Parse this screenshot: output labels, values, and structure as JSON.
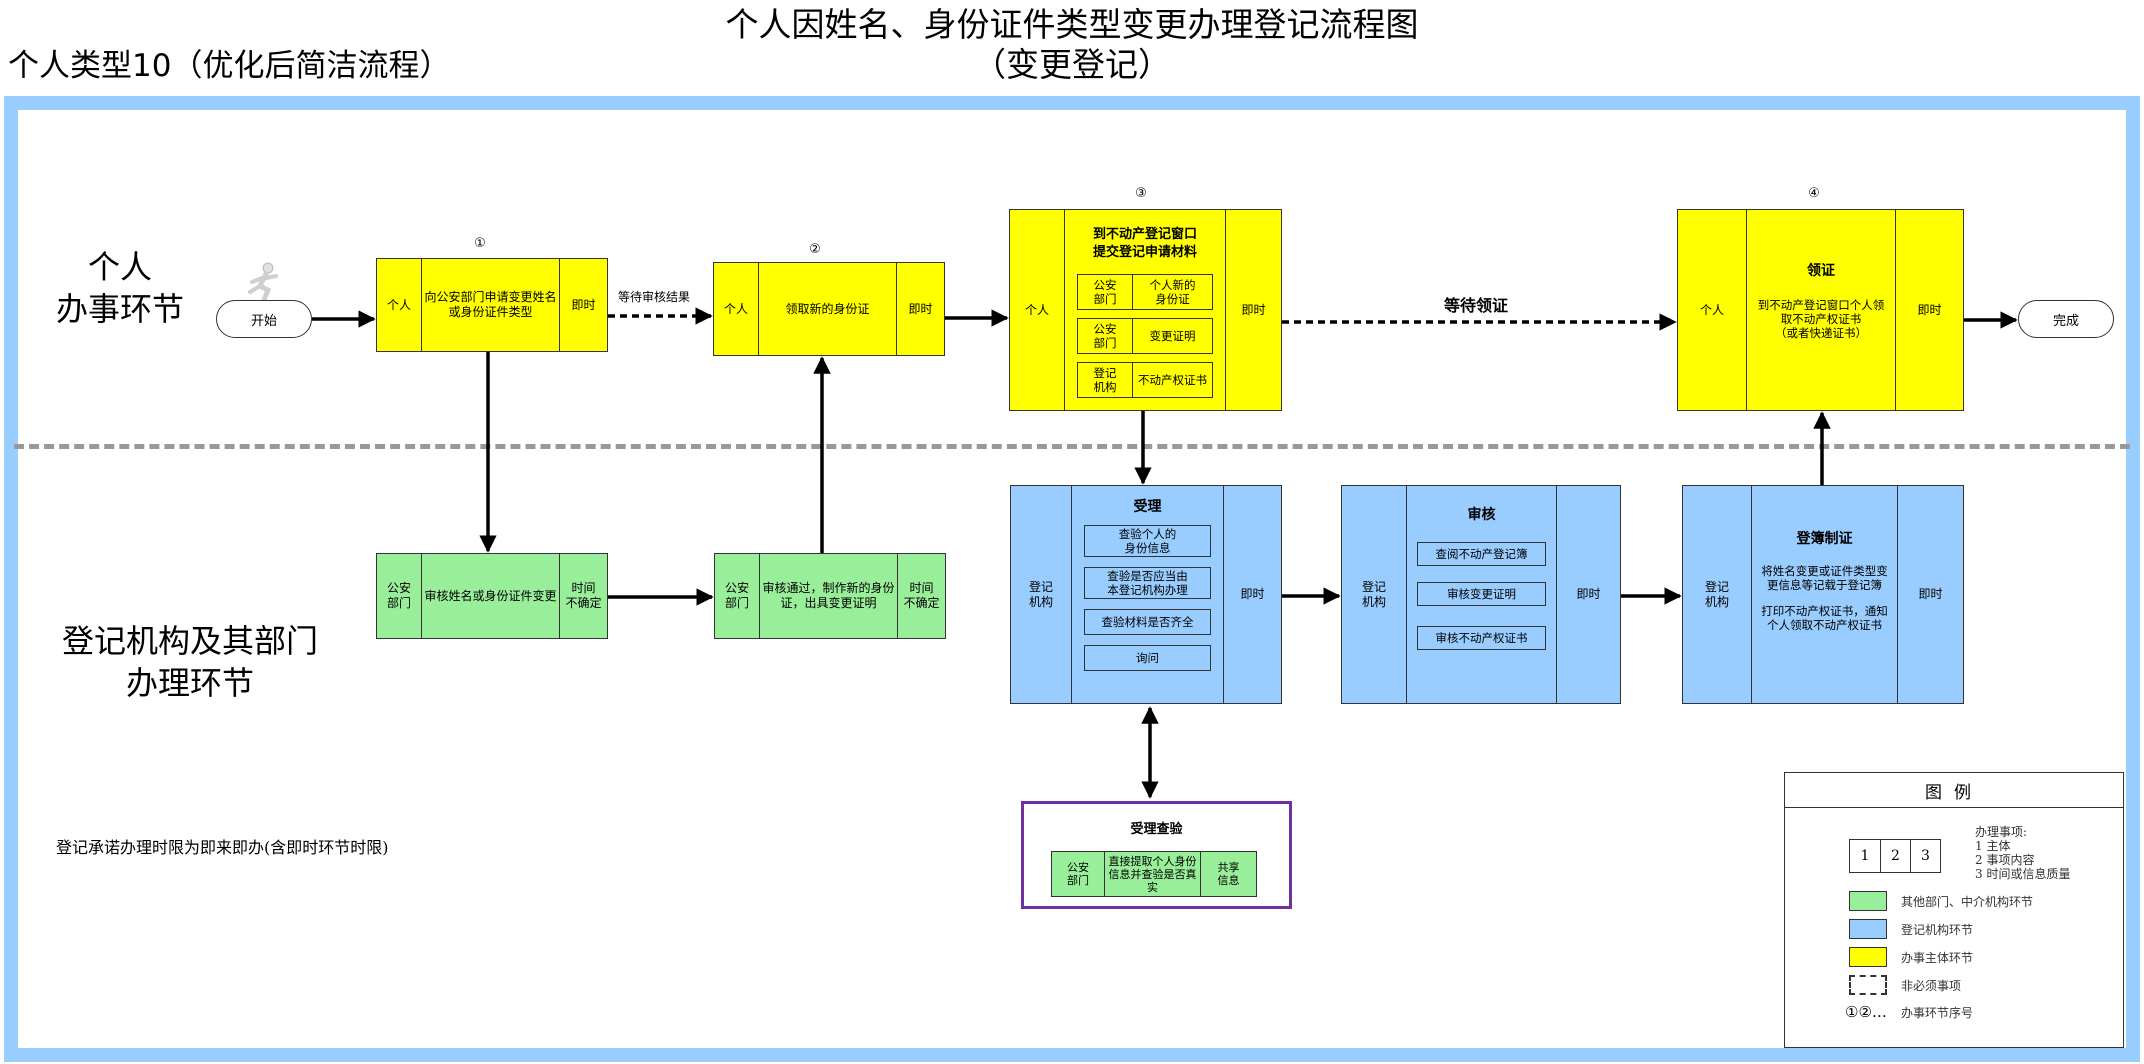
{
  "title_line1": "个人因姓名、身份证件类型变更办理登记流程图",
  "title_line2": "（变更登记）",
  "subtitle": "个人类型10（优化后简洁流程）",
  "lanes": {
    "top": "个人\n办事环节",
    "bottom": "登记机构及其部门\n办理环节"
  },
  "start_label": "开始",
  "end_label": "完成",
  "steps": {
    "s1": {
      "num": "①",
      "subject": "个人",
      "content": "向公安部门申请变更姓名或身份证件类型",
      "time": "即时"
    },
    "s2": {
      "num": "②",
      "subject": "个人",
      "content": "领取新的身份证",
      "time": "即时"
    },
    "s3": {
      "num": "③",
      "subject": "个人",
      "title": "到不动产登记窗口\n提交登记申请材料",
      "time": "即时",
      "rows": [
        {
          "left": "公安\n部门",
          "right": "个人新的\n身份证"
        },
        {
          "left": "公安\n部门",
          "right": "变更证明"
        },
        {
          "left": "登记\n机构",
          "right": "不动产权证书"
        }
      ]
    },
    "s4": {
      "num": "④",
      "subject": "个人",
      "title": "领证",
      "content": "到不动产登记窗口个人领取不动产权证书\n（或者快递证书）",
      "time": "即时"
    }
  },
  "green1": {
    "subject": "公安\n部门",
    "content": "审核姓名或身份证件变更",
    "time": "时间\n不确定"
  },
  "green2": {
    "subject": "公安\n部门",
    "content": "审核通过，制作新的身份证，出具变更证明",
    "time": "时间\n不确定"
  },
  "accept": {
    "subject": "登记\n机构",
    "title": "受理",
    "time": "即时",
    "items": [
      "查验个人的\n身份信息",
      "查验是否应当由\n本登记机构办理",
      "查验材料是否齐全",
      "询问"
    ]
  },
  "review": {
    "subject": "登记\n机构",
    "title": "审核",
    "time": "即时",
    "items": [
      "查阅不动产登记簿",
      "审核变更证明",
      "审核不动产权证书"
    ]
  },
  "register": {
    "subject": "登记\n机构",
    "title": "登簿制证",
    "time": "即时",
    "text1": "将姓名变更或证件类型变更信息等记载于登记簿",
    "text2": "打印不动产权证书，通知个人领取不动产权证书"
  },
  "verify": {
    "title": "受理查验",
    "subject": "公安\n部门",
    "content": "直接提取个人身份信息并查验是否真实",
    "share": "共享\n信息"
  },
  "arrow_labels": {
    "wait_review": "等待审核结果",
    "wait_cert": "等待领证"
  },
  "side_note": "登记承诺办理时限为即来即办(含即时环节时限)",
  "legend": {
    "title": "图例",
    "nums": [
      "1",
      "2",
      "3"
    ],
    "notes": [
      "办理事项:",
      "1 主体",
      "2 事项内容",
      "3 时间或信息质量"
    ],
    "green": "其他部门、中介机构环节",
    "blue": "登记机构环节",
    "yellow": "办事主体环节",
    "dashed": "非必须事项",
    "seq_sym": "①②…",
    "seq": "办事环节序号"
  },
  "colors": {
    "yellow": "#ffff00",
    "green": "#99ee99",
    "blue": "#99ccff",
    "frame": "#99ccff",
    "purple": "#7030a0"
  }
}
